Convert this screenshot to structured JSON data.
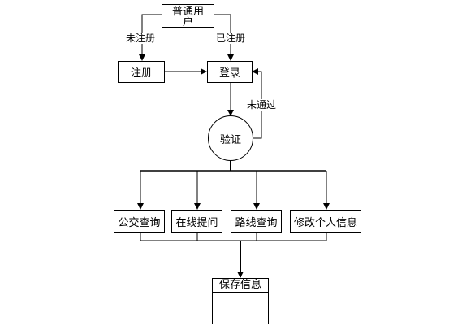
{
  "nodes": {
    "user": "普通用户",
    "register": "注册",
    "login": "登录",
    "verify": "验证",
    "bus_query": "公交查询",
    "online_ask": "在线提问",
    "route_query": "路线查询",
    "edit_profile": "修改个人信息",
    "save_info": "保存信息"
  },
  "edge_labels": {
    "unregistered": "未注册",
    "registered": "已注册",
    "not_passed": "未通过"
  }
}
